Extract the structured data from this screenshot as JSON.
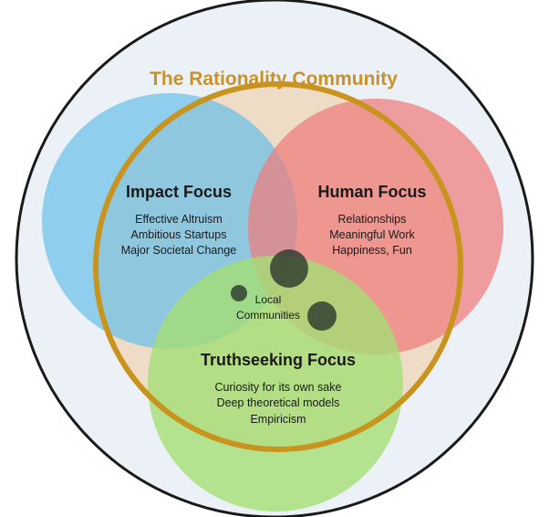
{
  "title": "The Rationality Community",
  "colors": {
    "title": "#c8922a",
    "outer_ring": "#1a1a1a",
    "outer_fill": "#ecf1f7",
    "community_ring": "#c9941e",
    "impact": "#6bc1e8",
    "human": "#ef7b7b",
    "truth": "#a4df73",
    "dots": "#2d3a2d"
  },
  "impact": {
    "heading": "Impact Focus",
    "items": [
      "Effective Altruism",
      "Ambitious Startups",
      "Major Societal Change"
    ]
  },
  "human": {
    "heading": "Human Focus",
    "items": [
      "Relationships",
      "Meaningful Work",
      "Happiness, Fun"
    ]
  },
  "truth": {
    "heading": "Truthseeking Focus",
    "items": [
      "Curiosity for its own sake",
      "Deep theoretical models",
      "Empiricism"
    ]
  },
  "local": {
    "line1": "Local",
    "line2": "Communities"
  }
}
